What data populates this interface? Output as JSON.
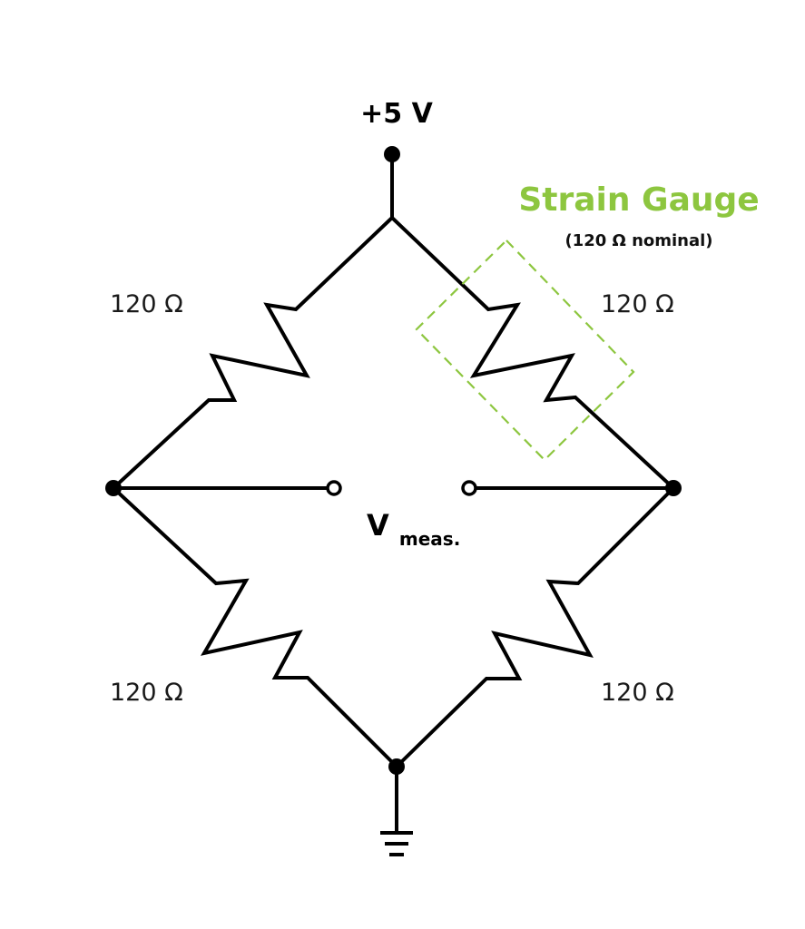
{
  "supply": {
    "label": "+5 V"
  },
  "strain_gauge": {
    "title": "Strain Gauge",
    "subtitle": "(120 Ω nominal)",
    "color": "#8dc63f"
  },
  "resistors": [
    {
      "position": "top-left",
      "label": "120 Ω"
    },
    {
      "position": "top-right",
      "label": "120 Ω"
    },
    {
      "position": "bottom-left",
      "label": "120 Ω"
    },
    {
      "position": "bottom-right",
      "label": "120 Ω"
    }
  ],
  "measurement": {
    "symbol": "V",
    "subscript": "meas."
  },
  "ground": {
    "icon": "ground-icon"
  }
}
